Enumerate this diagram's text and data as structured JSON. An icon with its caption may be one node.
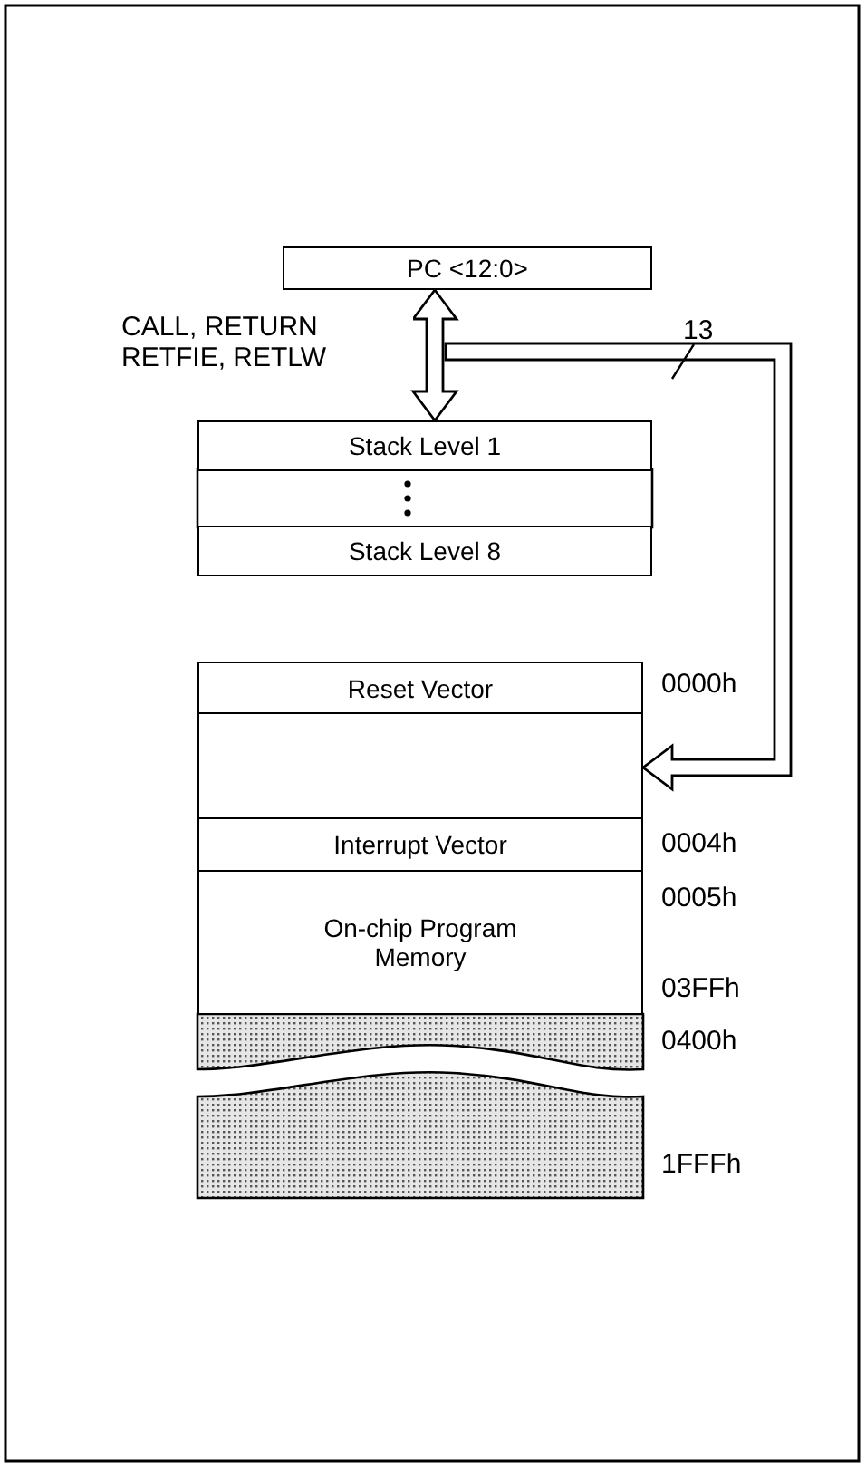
{
  "diagram": {
    "nodes": [
      {
        "text": [
          "PC <12:0>"
        ]
      },
      {
        "text": [
          "Stack Level 1"
        ]
      },
      {
        "text": [
          "Stack Level 8"
        ]
      },
      {
        "text": [
          "Reset Vector"
        ]
      },
      {
        "text": [],
        "shape": "box"
      },
      {
        "text": [
          "Interrupt Vector"
        ]
      },
      {
        "text": [
          "On-chip Program Memory"
        ]
      },
      {
        "text": [],
        "shape": "box"
      },
      {
        "text": [],
        "shape": "box"
      }
    ],
    "edges": [
      {
        "from": 0,
        "to": 1,
        "arrow": "both",
        "label": "CALL, RETURN RETFIE, RETLW"
      },
      {
        "from": 0,
        "to": 4,
        "arrow": "to"
      }
    ],
    "labels": [
      "13",
      "0000h",
      "0004h",
      "0005h",
      "03FFh",
      "0400h",
      "1FFFh"
    ]
  }
}
